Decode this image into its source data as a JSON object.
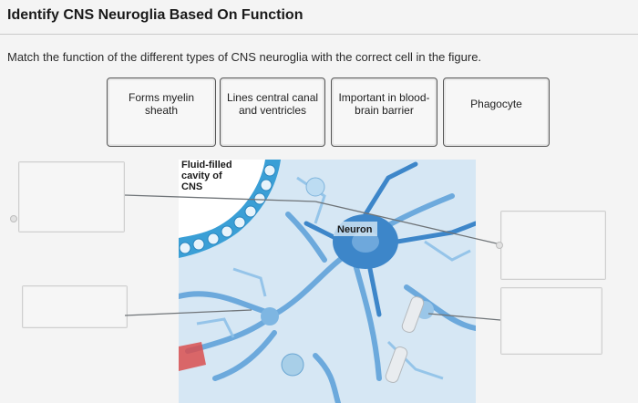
{
  "page": {
    "title": "Identify CNS Neuroglia Based On Function",
    "instructions": "Match the function of the different types of CNS neuroglia with the correct cell in the figure."
  },
  "cards": [
    {
      "label": "Forms myelin sheath"
    },
    {
      "label": "Lines central canal and ventricles"
    },
    {
      "label": "Important in blood-brain barrier"
    },
    {
      "label": "Phagocyte"
    }
  ],
  "figure": {
    "label_cavity_1": "Fluid-filled",
    "label_cavity_2": "cavity of",
    "label_cavity_3": "CNS",
    "label_neuron": "Neuron"
  },
  "colors": {
    "ependymal_blue": "#3a9fd6",
    "tissue_blue": "#5a9fd8",
    "background_blue": "#cfe2f1"
  }
}
